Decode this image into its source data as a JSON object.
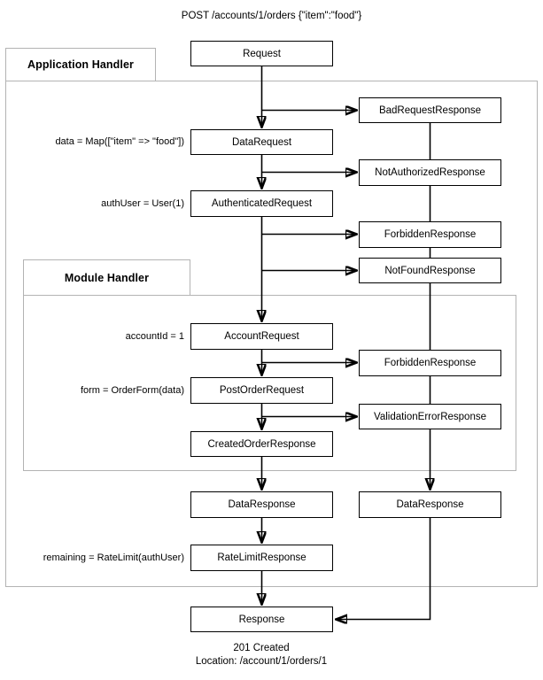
{
  "diagram": {
    "title_text": "POST /accounts/1/orders {\"item\":\"food\"}",
    "footer_line1": "201 Created",
    "footer_line2": "Location: /account/1/orders/1",
    "stroke_color": "#000000",
    "lane_color": "#b3b3b3",
    "background": "#ffffff"
  },
  "lanes": [
    {
      "label": "Application Handler"
    },
    {
      "label": "Module Handler"
    }
  ],
  "nodes": [
    {
      "id": "request",
      "label": "Request"
    },
    {
      "id": "bad-request-response",
      "label": "BadRequestResponse"
    },
    {
      "id": "data-request",
      "label": "DataRequest"
    },
    {
      "id": "not-authorized-response",
      "label": "NotAuthorizedResponse"
    },
    {
      "id": "authenticated-request",
      "label": "AuthenticatedRequest"
    },
    {
      "id": "forbidden-response-app",
      "label": "ForbiddenResponse"
    },
    {
      "id": "not-found-response",
      "label": "NotFoundResponse"
    },
    {
      "id": "account-request",
      "label": "AccountRequest"
    },
    {
      "id": "forbidden-response-mod",
      "label": "ForbiddenResponse"
    },
    {
      "id": "post-order-request",
      "label": "PostOrderRequest"
    },
    {
      "id": "validation-error-response",
      "label": "ValidationErrorResponse"
    },
    {
      "id": "created-order-response",
      "label": "CreatedOrderResponse"
    },
    {
      "id": "data-response-left",
      "label": "DataResponse"
    },
    {
      "id": "data-response-right",
      "label": "DataResponse"
    },
    {
      "id": "rate-limit-response",
      "label": "RateLimitResponse"
    },
    {
      "id": "response",
      "label": "Response"
    }
  ],
  "annotations": [
    {
      "id": "annot-data",
      "text": "data = Map([\"item\" => \"food\"])"
    },
    {
      "id": "annot-authuser",
      "text": "authUser = User(1)"
    },
    {
      "id": "annot-accountid",
      "text": "accountId = 1"
    },
    {
      "id": "annot-form",
      "text": "form = OrderForm(data)"
    },
    {
      "id": "annot-remaining",
      "text": "remaining = RateLimit(authUser)"
    }
  ]
}
